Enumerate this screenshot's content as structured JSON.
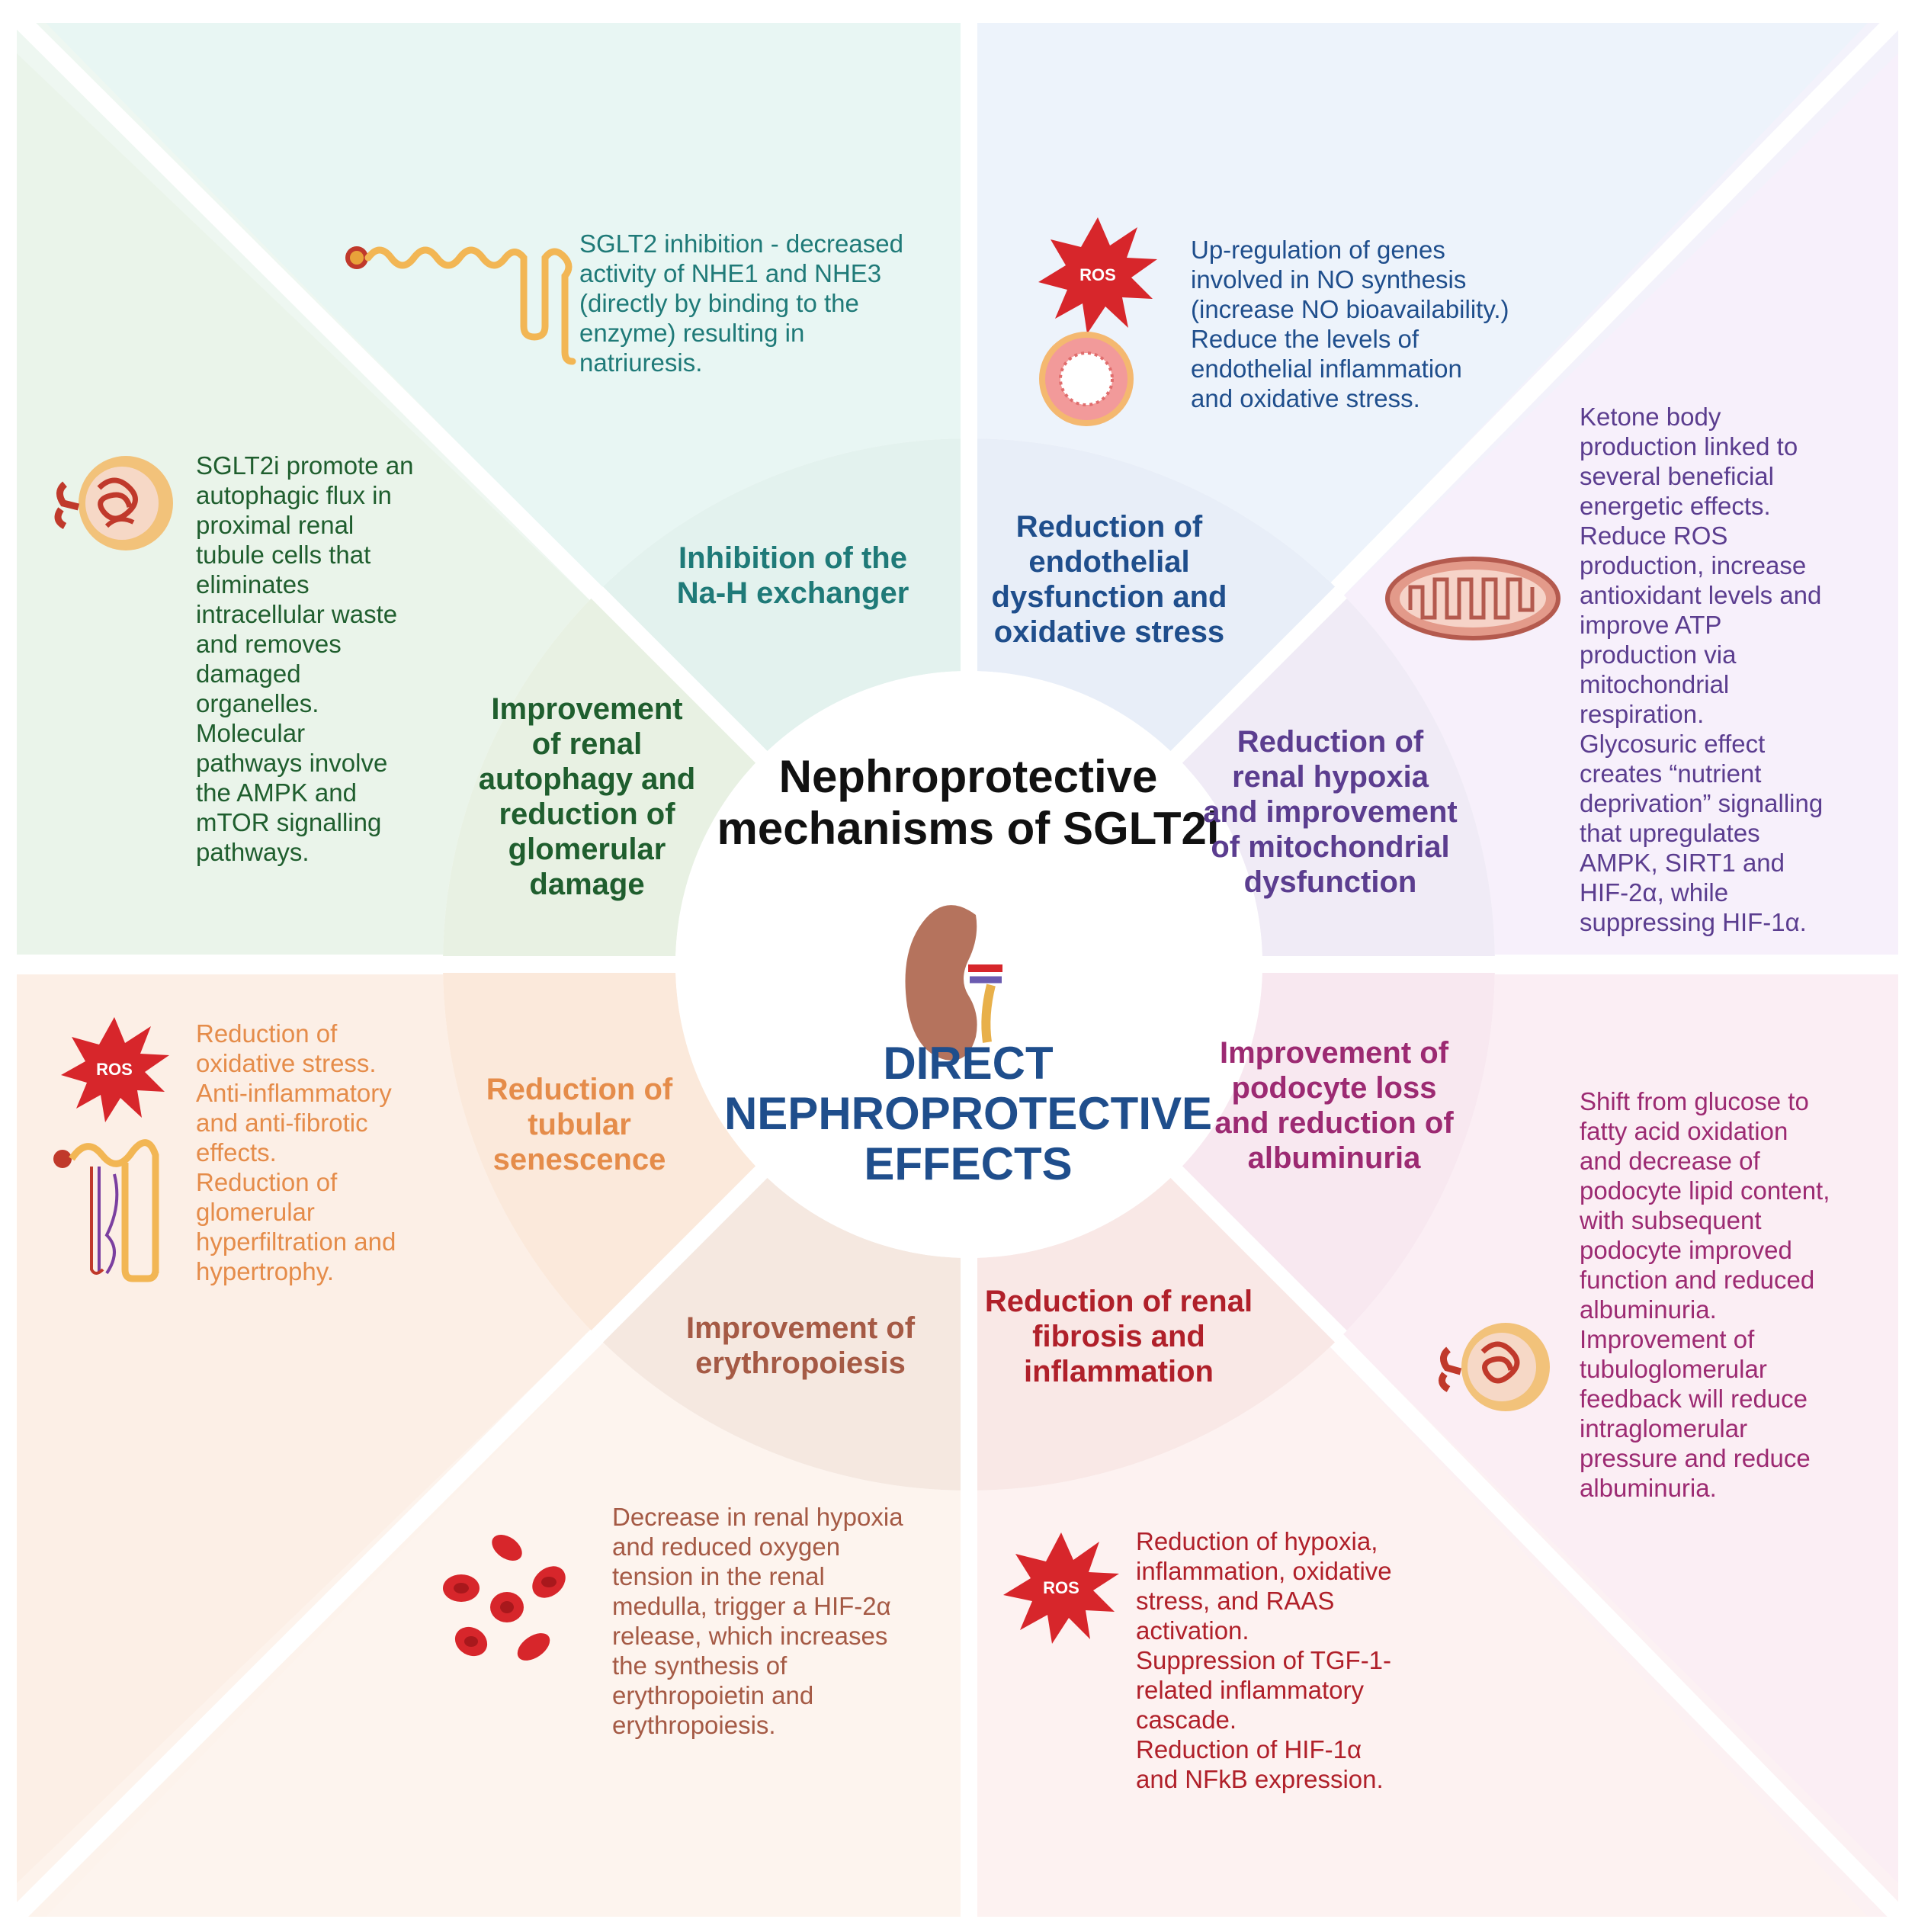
{
  "center": {
    "title": "Nephroprotective mechanisms of SGLT2i",
    "subtitle": "DIRECT NEPHROPROTECTIVE EFFECTS"
  },
  "colors": {
    "teal": "#1f7a78",
    "blue": "#1f4e8c",
    "purple": "#5b3d8f",
    "magenta": "#9c2a72",
    "red": "#b0202a",
    "brown": "#a55a45",
    "orange": "#e58c4a",
    "green": "#1f5e2e"
  },
  "sections": {
    "na_h": {
      "title": "Inhibition of the Na-H exchanger",
      "desc": "SGLT2 inhibition - decreased\nactivity of NHE1 and NHE3\n(directly by binding to the\nenzyme) resulting in\nnatriuresis."
    },
    "endothelial": {
      "title": "Reduction of endothelial dysfunction and oxidative stress",
      "desc": "Up-regulation of genes\ninvolved in NO synthesis\n(increase NO bioavailability.)\nReduce the levels of\nendothelial inflammation\nand oxidative stress."
    },
    "hypoxia": {
      "title": "Reduction of renal hypoxia and improvement of mitochondrial dysfunction",
      "desc": "Ketone body\nproduction linked to\nseveral beneficial\nenergetic effects.\nReduce ROS\nproduction, increase\nantioxidant levels and\nimprove ATP\nproduction via\nmitochondrial\nrespiration.\nGlycosuric effect\ncreates “nutrient\ndeprivation” signalling\nthat upregulates\nAMPK, SIRT1 and\nHIF-2α, while\nsuppressing HIF-1α."
    },
    "podocyte": {
      "title": "Improvement of podocyte loss and reduction of albuminuria",
      "desc": "Shift from glucose to\nfatty acid oxidation\nand decrease of\npodocyte lipid content,\nwith subsequent\npodocyte improved\nfunction and reduced\nalbuminuria.\nImprovement of\ntubuloglomerular\nfeedback will reduce\nintraglomerular\npressure and reduce\nalbuminuria."
    },
    "fibrosis": {
      "title": "Reduction of renal fibrosis and inflammation",
      "desc": "Reduction of hypoxia,\ninflammation, oxidative\nstress, and RAAS\nactivation.\nSuppression of TGF-1-\nrelated inflammatory\ncascade.\nReduction of HIF-1α\nand NFkB expression."
    },
    "erythro": {
      "title": "Improvement of erythropoiesis",
      "desc": "Decrease in renal hypoxia\nand reduced oxygen\ntension in the renal\nmedulla, trigger a HIF-2α\nrelease, which increases\nthe synthesis of\nerythropoietin and\nerythropoiesis."
    },
    "senescence": {
      "title": "Reduction of tubular senescence",
      "desc": "Reduction of\noxidative stress.\nAnti-inflammatory\nand anti-fibrotic\neffects.\nReduction of\nglomerular\nhyperfiltration and\nhypertrophy."
    },
    "autophagy": {
      "title": "Improvement of renal autophagy and reduction of glomerular damage",
      "desc": "SGLT2i promote an\nautophagic flux in\nproximal renal\ntubule cells that\neliminates\nintracellular waste\nand removes\ndamaged\norganelles.\nMolecular\npathways  involve\nthe AMPK and\nmTOR signalling\npathways."
    }
  },
  "icons": {
    "ros_label": "ROS",
    "list": [
      "tubule-icon",
      "ros-burst-icon",
      "vessel-ring-icon",
      "mitochondrion-icon",
      "glomerulus-icon",
      "nephron-icon",
      "red-blood-cells-icon",
      "kidney-icon"
    ]
  }
}
